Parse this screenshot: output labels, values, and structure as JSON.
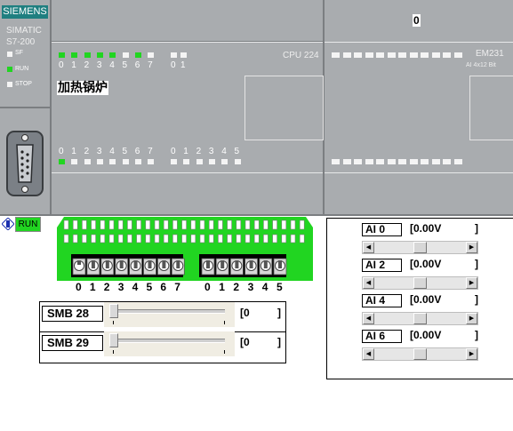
{
  "plc": {
    "brand": "SIEMENS",
    "model_line1": "SIMATIC",
    "model_line2": "S7-200",
    "status_leds": [
      {
        "label": "SF",
        "on": false
      },
      {
        "label": "RUN",
        "on": true
      },
      {
        "label": "STOP",
        "on": false
      }
    ],
    "cpu_label": "CPU 224",
    "program_name": "加热锅炉",
    "input_bits_0": [
      "0",
      "1",
      "2",
      "3",
      "4",
      "5",
      "6",
      "7"
    ],
    "input_leds_0": [
      true,
      true,
      true,
      true,
      true,
      false,
      true,
      false
    ],
    "input_bits_1": [
      "0",
      "1"
    ],
    "input_leds_1": [
      false,
      false
    ],
    "output_bits_0": [
      "0",
      "1",
      "2",
      "3",
      "4",
      "5",
      "6",
      "7"
    ],
    "output_leds_0": [
      true,
      false,
      false,
      false,
      false,
      false,
      false,
      false
    ],
    "output_bits_1": [
      "0",
      "1",
      "2",
      "3",
      "4",
      "5"
    ],
    "output_leds_1": [
      false,
      false,
      false,
      false,
      false,
      false
    ],
    "module_name": "EM231",
    "module_sub": "AI 4x12 Bit",
    "module_value": "0"
  },
  "run_indicator": {
    "label": "RUN",
    "accent": "#21d521"
  },
  "switch_bench": {
    "group1": [
      "0",
      "1",
      "2",
      "3",
      "4",
      "5",
      "6",
      "7"
    ],
    "group2": [
      "0",
      "1",
      "2",
      "3",
      "4",
      "5"
    ],
    "accent": "#21d521"
  },
  "smb": [
    {
      "name": "SMB 28",
      "value": "0"
    },
    {
      "name": "SMB 29",
      "value": "0"
    }
  ],
  "analog_inputs": [
    {
      "name": "AI 0",
      "value": "0.00V"
    },
    {
      "name": "AI 2",
      "value": "0.00V"
    },
    {
      "name": "AI 4",
      "value": "0.00V"
    },
    {
      "name": "AI 6",
      "value": "0.00V"
    }
  ]
}
